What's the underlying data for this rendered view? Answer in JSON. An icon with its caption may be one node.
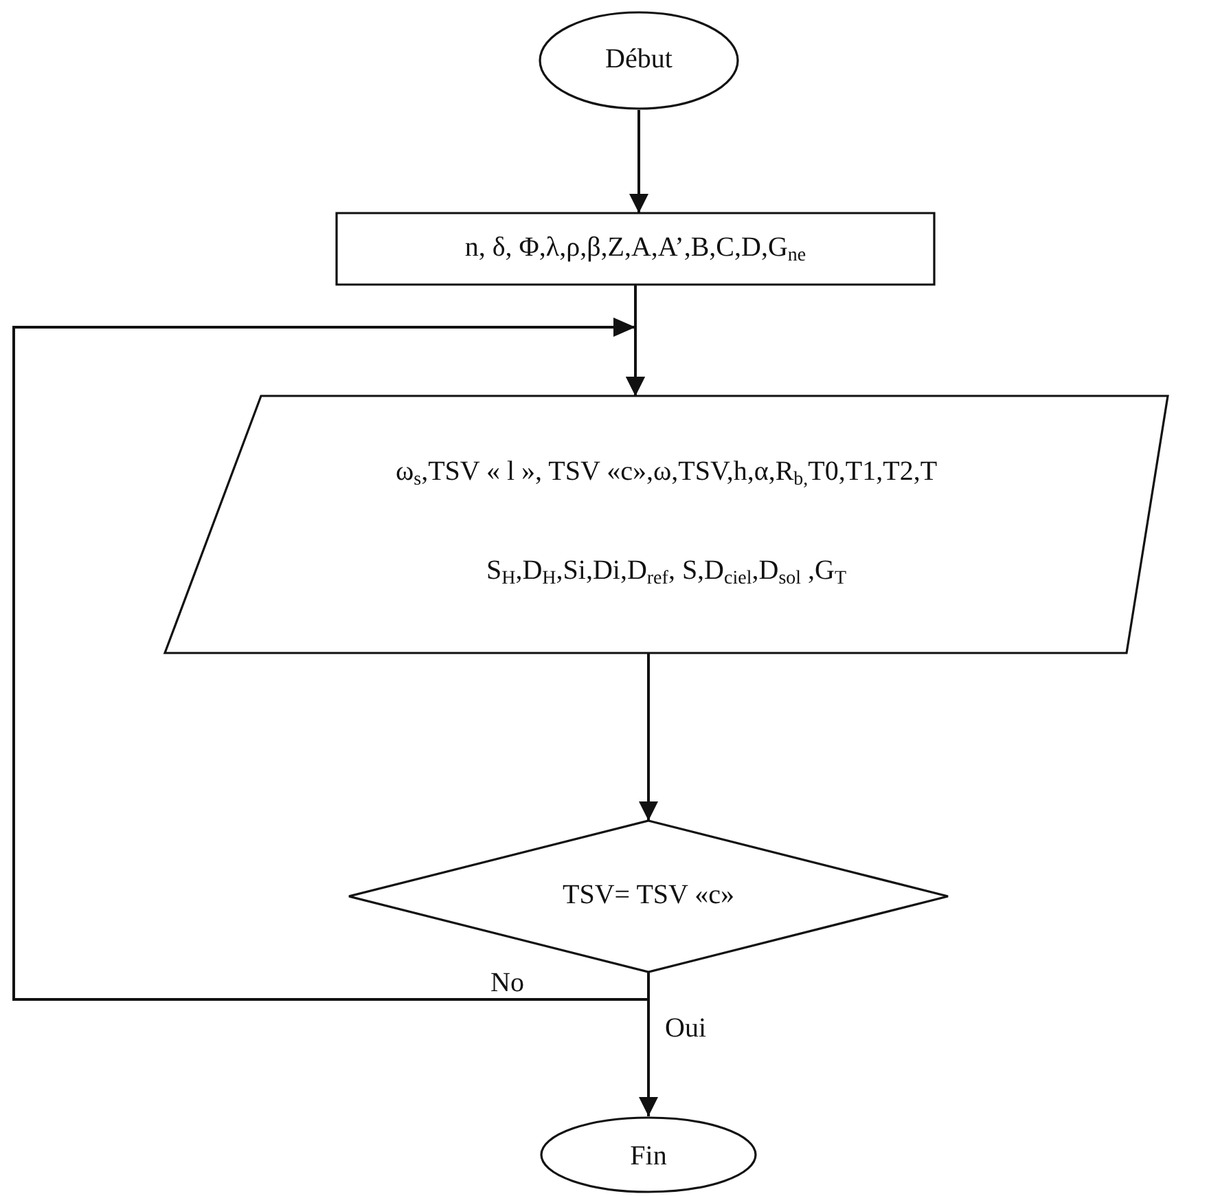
{
  "diagram": {
    "nodes": [
      {
        "text": [
          "Début"
        ]
      },
      {
        "text": [
          "n, δ, Φ,λ,ρ,β,Z,A,A’,B,C,D,G$_{ne}$"
        ]
      },
      {
        "text": [
          "ω$_{s}$,TSV « l », TSV «c»,ω,TSV,h,α,R$_{b,}$T0,T1,T2,T",
          "S$_{H}$,D$_{H}$,Si,Di,D$_{ref}$, S,D$_{ciel}$,D$_{sol}$ ,G$_{T}$"
        ]
      },
      {
        "text": [
          "TSV= TSV «c»"
        ]
      },
      {
        "text": [
          "Fin"
        ]
      }
    ],
    "edges": [
      {
        "from": 0,
        "to": 1,
        "arrow": "to"
      },
      {
        "from": 1,
        "to": 2,
        "arrow": "to"
      },
      {
        "from": 2,
        "to": 3,
        "arrow": "to"
      },
      {
        "from": 3,
        "to": 2,
        "arrow": "to",
        "label": "No"
      },
      {
        "from": 3,
        "to": 4,
        "arrow": "to",
        "label": "Oui"
      }
    ]
  }
}
